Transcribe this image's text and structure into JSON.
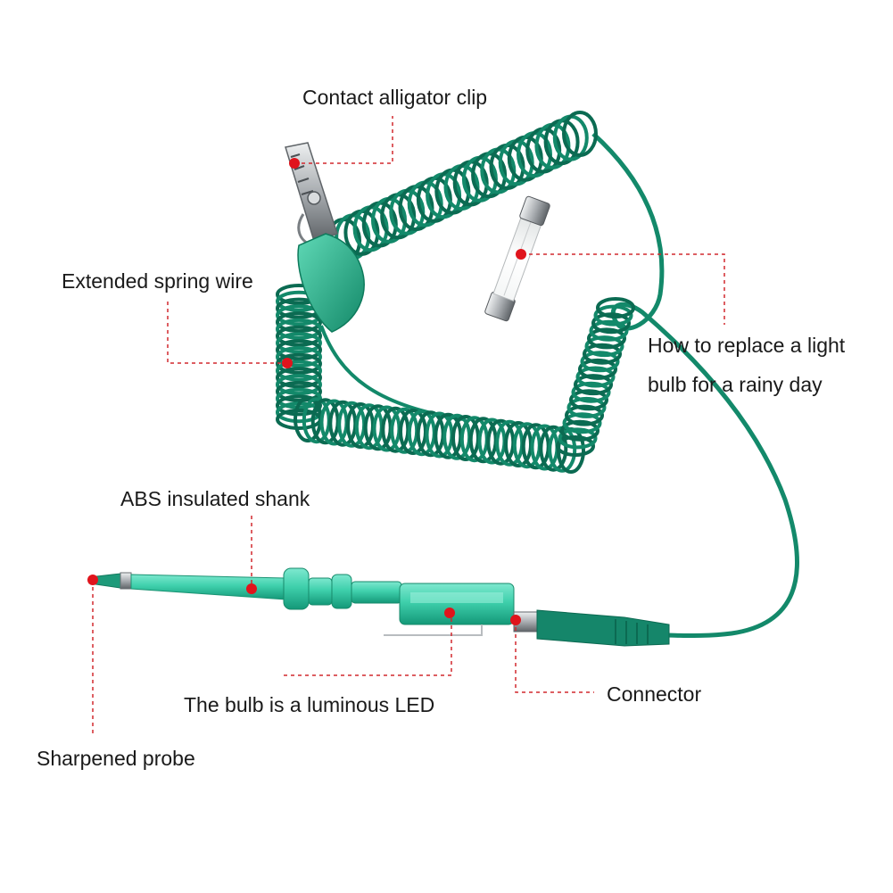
{
  "colors": {
    "cable": "#13896a",
    "cable_dark": "#0b6b52",
    "cable_light": "#2bb48e",
    "probe_body": "#3fd0ac",
    "probe_dark": "#1f9f80",
    "metal": "#b9bcbf",
    "metal_dark": "#6f7478",
    "marker": "#e0141c",
    "leader": "#d2282e"
  },
  "labels": {
    "alligator_clip": "Contact alligator clip",
    "spring_wire": "Extended spring wire",
    "bulb_replace_line1": "How to replace a light",
    "bulb_replace_line2": "bulb for a rainy day",
    "insulated_shank": "ABS insulated shank",
    "luminous_led": "The bulb is a luminous LED",
    "connector": "Connector",
    "sharpened_probe": "Sharpened probe"
  }
}
